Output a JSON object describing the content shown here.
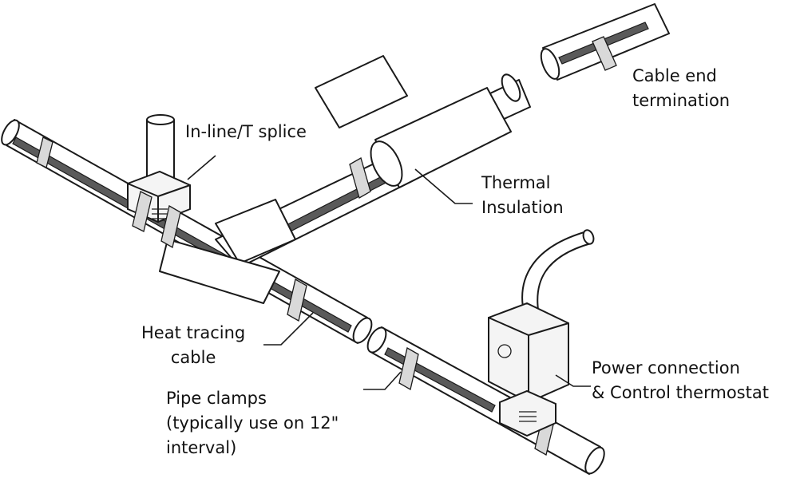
{
  "labels": {
    "splice": "In-line/T splice",
    "cable_end": [
      "Cable end",
      "termination"
    ],
    "insulation": [
      "Thermal",
      "Insulation"
    ],
    "heat_tracing": [
      "Heat tracing",
      "cable"
    ],
    "pipe_clamps": [
      "Pipe clamps",
      "(typically use on 12\"",
      "interval)"
    ],
    "power": [
      "Power connection",
      "& Control thermostat"
    ]
  }
}
